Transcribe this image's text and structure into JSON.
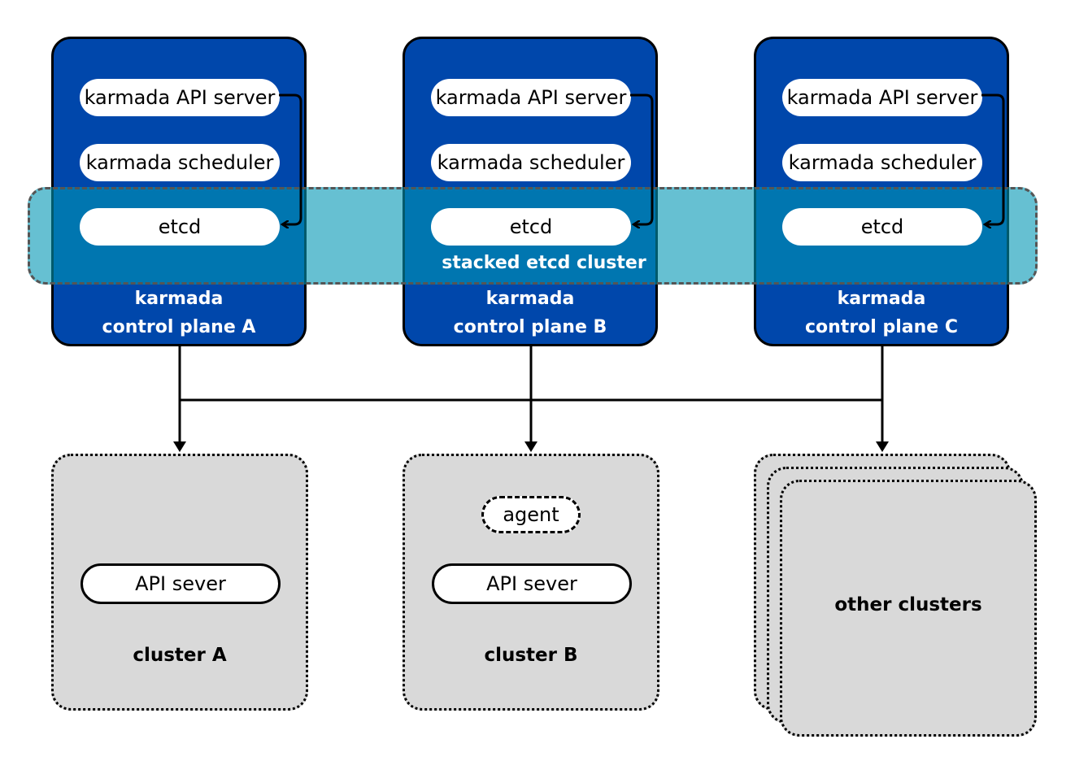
{
  "control_planes": [
    {
      "api_server": "karmada API server",
      "scheduler": "karmada scheduler",
      "etcd": "etcd",
      "label_line1": "karmada",
      "label_line2": "control plane A"
    },
    {
      "api_server": "karmada API server",
      "scheduler": "karmada scheduler",
      "etcd": "etcd",
      "label_line1": "karmada",
      "label_line2": "control plane B"
    },
    {
      "api_server": "karmada API server",
      "scheduler": "karmada scheduler",
      "etcd": "etcd",
      "label_line1": "karmada",
      "label_line2": "control plane C"
    }
  ],
  "etcd_cluster_label": "stacked etcd cluster",
  "clusters": {
    "a": {
      "api_server": "API sever",
      "label": "cluster A"
    },
    "b": {
      "agent": "agent",
      "api_server": "API sever",
      "label": "cluster B"
    },
    "others": {
      "label": "other clusters"
    }
  },
  "colors": {
    "control_plane_fill": "#0047ab",
    "etcd_band_fill": "#0096b4",
    "cluster_fill": "#d9d9d9"
  }
}
